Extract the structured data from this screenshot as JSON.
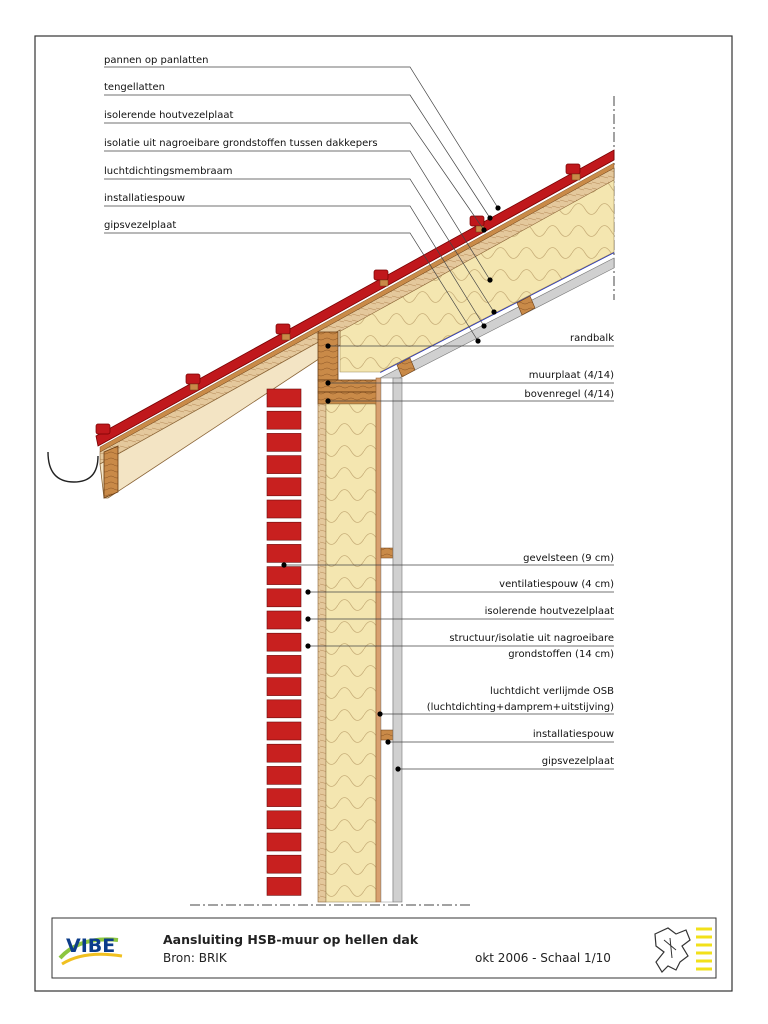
{
  "roof_labels": [
    "pannen op panlatten",
    "tengellatten",
    "isolerende houtvezelplaat",
    "isolatie uit nagroeibare grondstoffen tussen dakkepers",
    "luchtdichtingsmembraam",
    "installatiespouw",
    "gipsvezelplaat"
  ],
  "connection_labels": [
    "randbalk",
    "muurplaat (4/14)",
    "bovenregel (4/14)"
  ],
  "wall_labels": {
    "gevelsteen": "gevelsteen (9 cm)",
    "ventilatiespouw": "ventilatiespouw (4 cm)",
    "houtvezelplaat": "isolerende houtvezelplaat",
    "structuur_1": "structuur/isolatie uit nagroeibare",
    "structuur_2": "grondstoffen (14 cm)",
    "osb_1": "luchtdicht verlijmde OSB",
    "osb_2": "(luchtdichting+damprem+uitstijving)",
    "installatiespouw": "installatiespouw",
    "gipsvezelplaat": "gipsvezelplaat"
  },
  "title_block": {
    "logo": "VIBE",
    "title": "Aansluiting HSB-muur op hellen dak",
    "source": "Bron: BRIK",
    "date_scale": "okt 2006 - Schaal 1/10"
  },
  "colors": {
    "brick": "#c8201f",
    "roof_tile": "#c0181c",
    "timber": "#b87838",
    "insulation": "#f4e6b0",
    "membrane": "#1e2ec8",
    "fiberboard": "#d8b68a",
    "gypsum": "#d0d0d0"
  }
}
